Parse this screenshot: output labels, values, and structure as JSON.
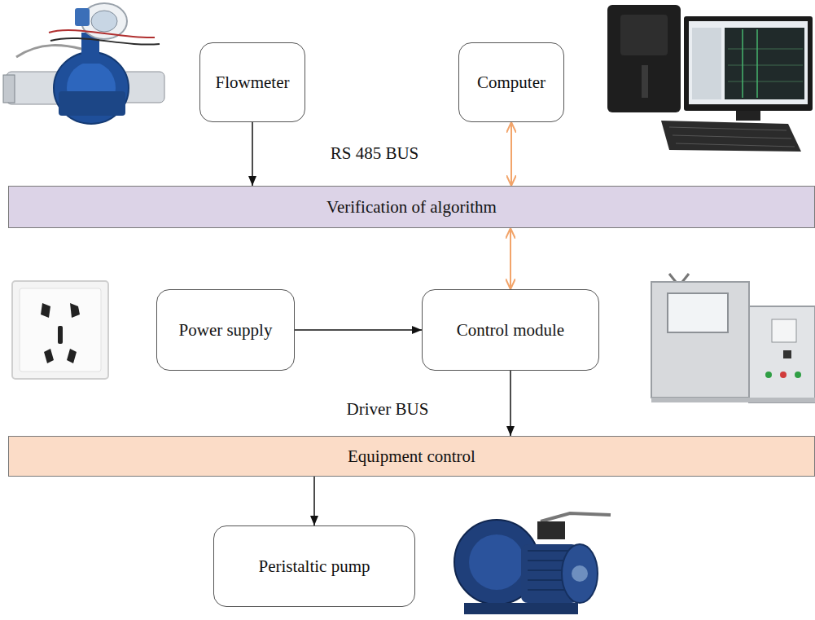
{
  "diagram": {
    "nodes": [
      {
        "text": [
          "Flowmeter"
        ]
      },
      {
        "text": [
          "Computer"
        ]
      },
      {
        "text": [
          "Verification of algorithm"
        ]
      },
      {
        "text": [
          "Power supply"
        ]
      },
      {
        "text": [
          "Control module"
        ]
      },
      {
        "text": [
          "Equipment control"
        ]
      },
      {
        "text": [
          "Peristaltic pump"
        ]
      }
    ],
    "edges": [
      {
        "from": 0,
        "to": 2,
        "arrow": "to"
      },
      {
        "from": 1,
        "to": 2,
        "arrow": "both"
      },
      {
        "from": 2,
        "to": 4,
        "arrow": "both"
      },
      {
        "from": 3,
        "to": 4,
        "arrow": "to"
      },
      {
        "from": 4,
        "to": 5,
        "arrow": "to"
      },
      {
        "from": 5,
        "to": 6,
        "arrow": "to"
      }
    ],
    "labels": [
      "RS 485 BUS",
      "Driver BUS"
    ]
  }
}
